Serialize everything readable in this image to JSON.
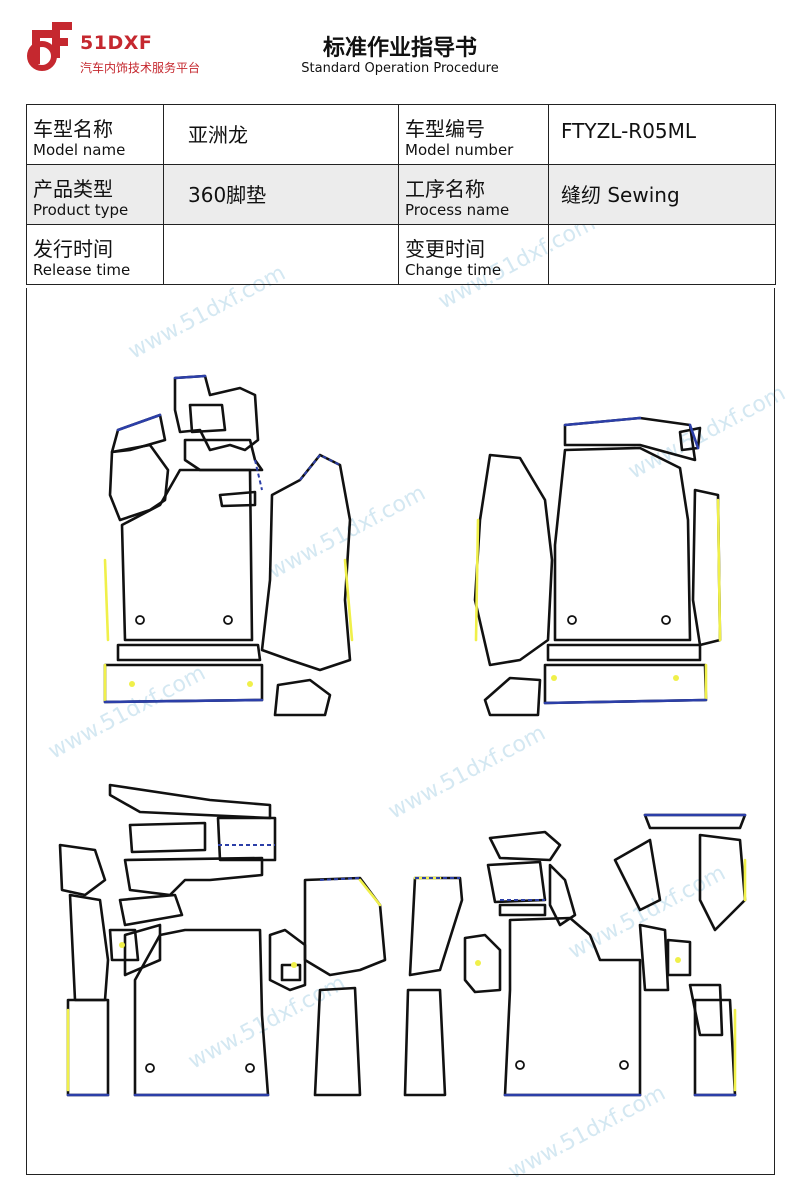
{
  "logo": {
    "brand": "51DXF",
    "tagline": "汽车内饰技术服务平台"
  },
  "header": {
    "title": "标准作业指导书",
    "subtitle": "Standard Operation Procedure"
  },
  "info": {
    "model_name": {
      "cn": "车型名称",
      "en": "Model name",
      "value": "亚洲龙"
    },
    "model_number": {
      "cn": "车型编号",
      "en": "Model number",
      "value": "FTYZL-R05ML"
    },
    "product_type": {
      "cn": "产品类型",
      "en": "Product type",
      "value": "360脚垫"
    },
    "process_name": {
      "cn": "工序名称",
      "en": "Process name",
      "value": "缝纫 Sewing"
    },
    "release_time": {
      "cn": "发行时间",
      "en": "Release time",
      "value": ""
    },
    "change_time": {
      "cn": "变更时间",
      "en": "Change time",
      "value": ""
    }
  },
  "watermark": "www.51dxf.com",
  "colors": {
    "brand": "#c5282f",
    "outline": "#111111",
    "edge_yellow": "#f0f04a",
    "edge_blue": "#2c3fa8",
    "watermark": "#d4e8f2"
  }
}
